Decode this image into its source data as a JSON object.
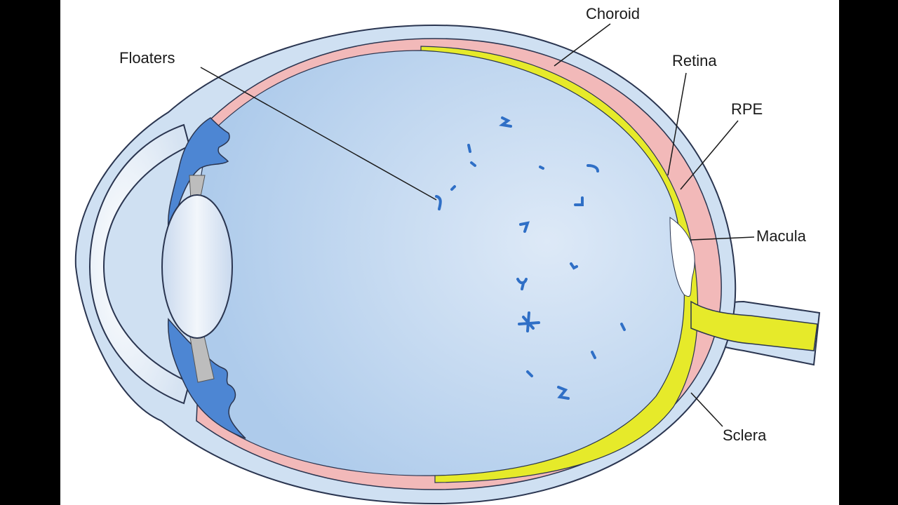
{
  "labels": {
    "floaters": "Floaters",
    "choroid": "Choroid",
    "retina": "Retina",
    "rpe": "RPE",
    "macula": "Macula",
    "sclera": "Sclera"
  },
  "colors": {
    "background": "#000000",
    "canvas": "#ffffff",
    "sclera": "#cfe0f2",
    "choroid": "#f2b9b9",
    "retina": "#e6ea2a",
    "vitreous": "#b4cfec",
    "iris": "#4d86d3",
    "lens": "#dde8f5",
    "floaters": "#2f6fc6"
  }
}
